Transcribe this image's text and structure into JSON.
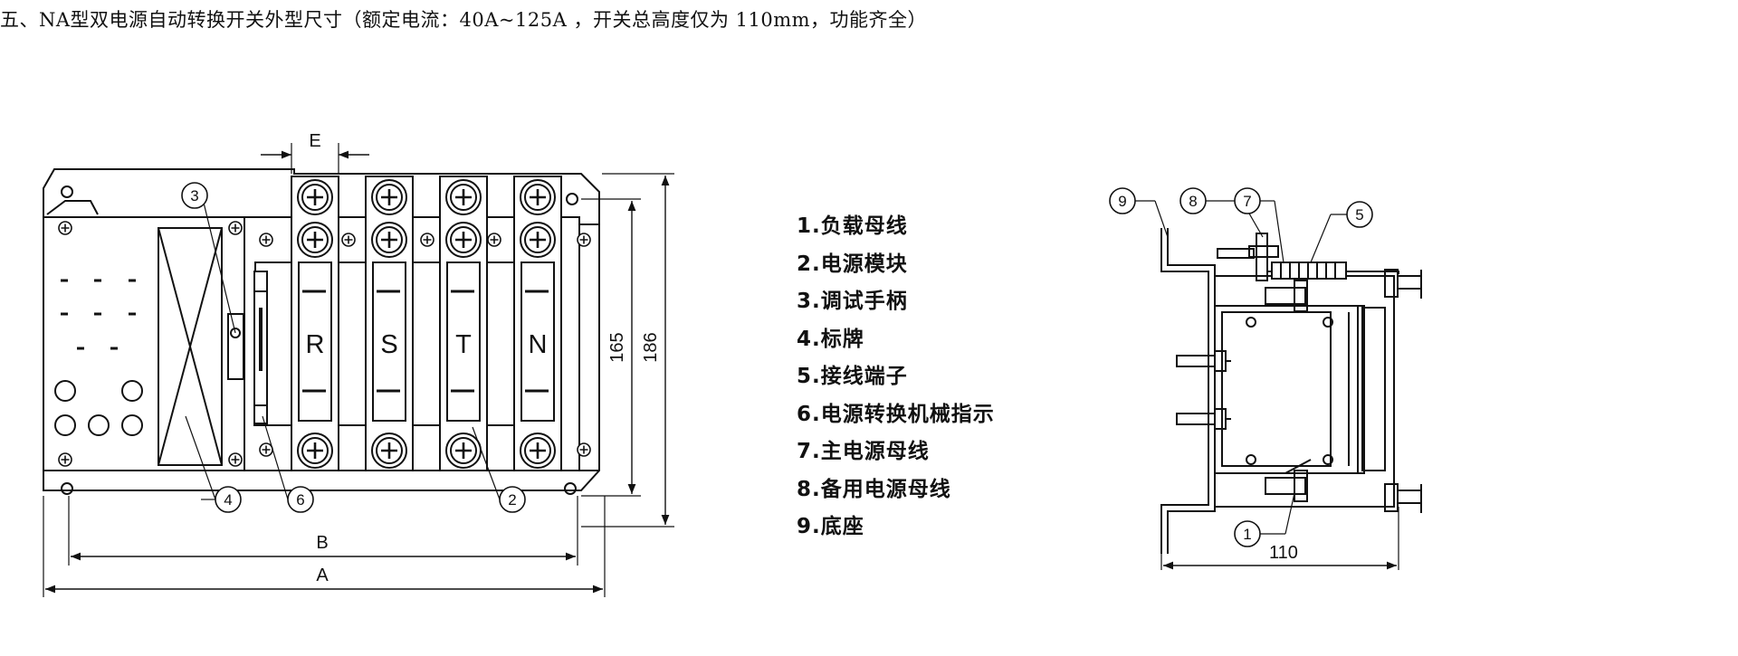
{
  "title": "五、NA型双电源自动转换开关外型尺寸（额定电流：40A~125A ，开关总高度仅为 110mm，功能齐全）",
  "front_view": {
    "phase_labels": [
      "R",
      "S",
      "T",
      "N"
    ],
    "dims": {
      "E": "E",
      "B": "B",
      "A": "A",
      "h165": "165",
      "h186": "186"
    },
    "callouts": {
      "c3": "3",
      "c4": "4",
      "c6": "6",
      "c2": "2"
    }
  },
  "side_view": {
    "dim_110": "110",
    "callouts": {
      "c9": "9",
      "c8": "8",
      "c7": "7",
      "c5": "5",
      "c1": "1"
    }
  },
  "legend": [
    "1.负载母线",
    "2.电源模块",
    "3.调试手柄",
    "4.标牌",
    "5.接线端子",
    "6.电源转换机械指示",
    "7.主电源母线",
    "8.备用电源母线",
    "9.底座"
  ]
}
